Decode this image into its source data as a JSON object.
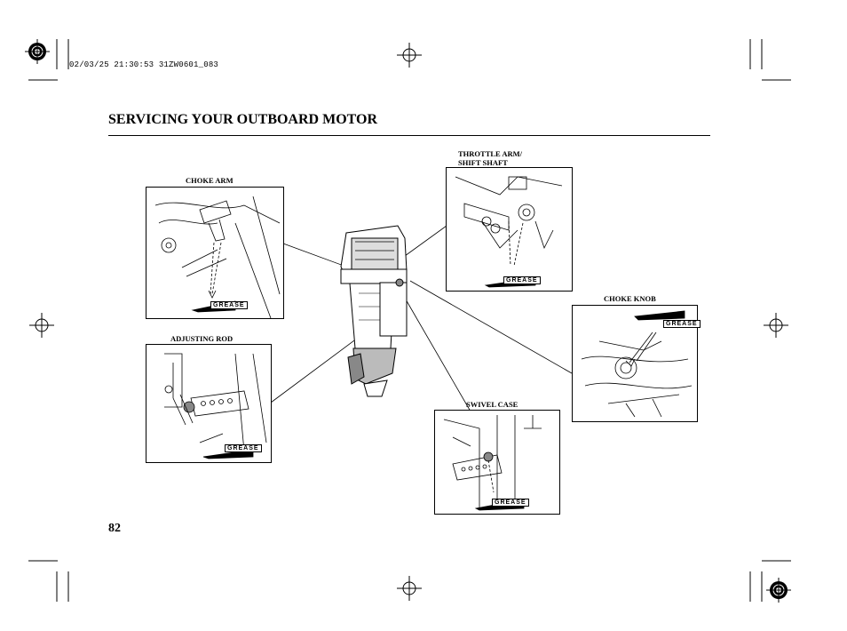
{
  "header": {
    "print_stamp": "02/03/25 21:30:53 31ZW0601_083",
    "title": "SERVICING YOUR OUTBOARD MOTOR"
  },
  "figure": {
    "callouts": {
      "choke_arm": "CHOKE ARM",
      "throttle_arm_line1": "THROTTLE ARM/",
      "throttle_arm_line2": "SHIFT SHAFT",
      "choke_knob": "CHOKE KNOB",
      "adjusting_rod": "ADJUSTING ROD",
      "swivel_case": "SWIVEL CASE"
    },
    "grease_tag": "GREASE"
  },
  "footer": {
    "page_number": "82"
  }
}
